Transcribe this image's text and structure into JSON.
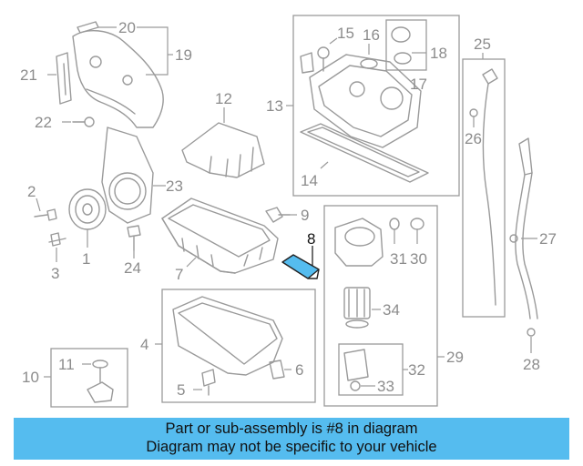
{
  "labels": {
    "p1": "1",
    "p2": "2",
    "p3": "3",
    "p4": "4",
    "p5": "5",
    "p6": "6",
    "p7": "7",
    "p8": "8",
    "p9": "9",
    "p10": "10",
    "p11": "11",
    "p12": "12",
    "p13": "13",
    "p14": "14",
    "p15": "15",
    "p16": "16",
    "p17": "17",
    "p18": "18",
    "p19": "19",
    "p20": "20",
    "p21": "21",
    "p22": "22",
    "p23": "23",
    "p24": "24",
    "p25": "25",
    "p26": "26",
    "p27": "27",
    "p28": "28",
    "p29": "29",
    "p30": "30",
    "p31": "31",
    "p32": "32",
    "p33": "33",
    "p34": "34"
  },
  "highlight": {
    "part": "8",
    "color": "#55bcef"
  },
  "banner": {
    "line1": "Part or sub-assembly is #8 in diagram",
    "line2": "Diagram may not be specific to your vehicle",
    "color": "#55bcef"
  }
}
